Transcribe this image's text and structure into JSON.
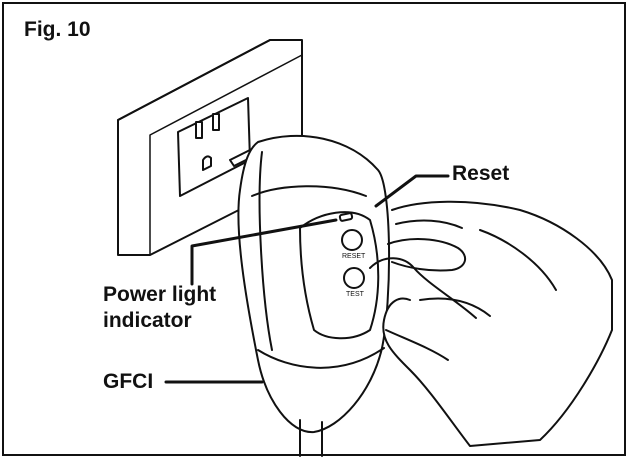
{
  "figure_label": "Fig. 10",
  "labels": {
    "reset": "Reset",
    "power_light_line1": "Power light",
    "power_light_line2": "indicator",
    "gfci": "GFCI"
  },
  "device_text": {
    "reset_button": "RESET",
    "test_button": "TEST"
  },
  "colors": {
    "ink": "#111111",
    "background": "#ffffff"
  }
}
